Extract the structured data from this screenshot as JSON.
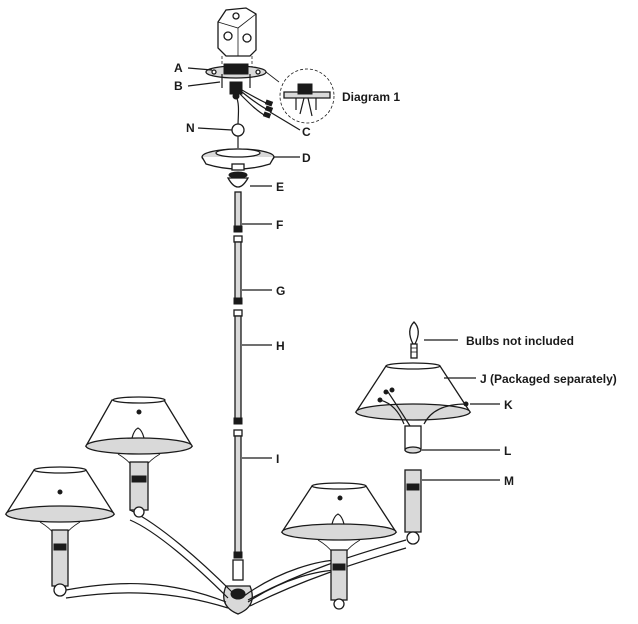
{
  "labels": {
    "A": "A",
    "B": "B",
    "C": "C",
    "D": "D",
    "E": "E",
    "F": "F",
    "G": "G",
    "H": "H",
    "I": "I",
    "J": "J (Packaged separately)",
    "K": "K",
    "L": "L",
    "M": "M",
    "N": "N"
  },
  "notes": {
    "diagram": "Diagram 1",
    "bulbs": "Bulbs not included"
  }
}
